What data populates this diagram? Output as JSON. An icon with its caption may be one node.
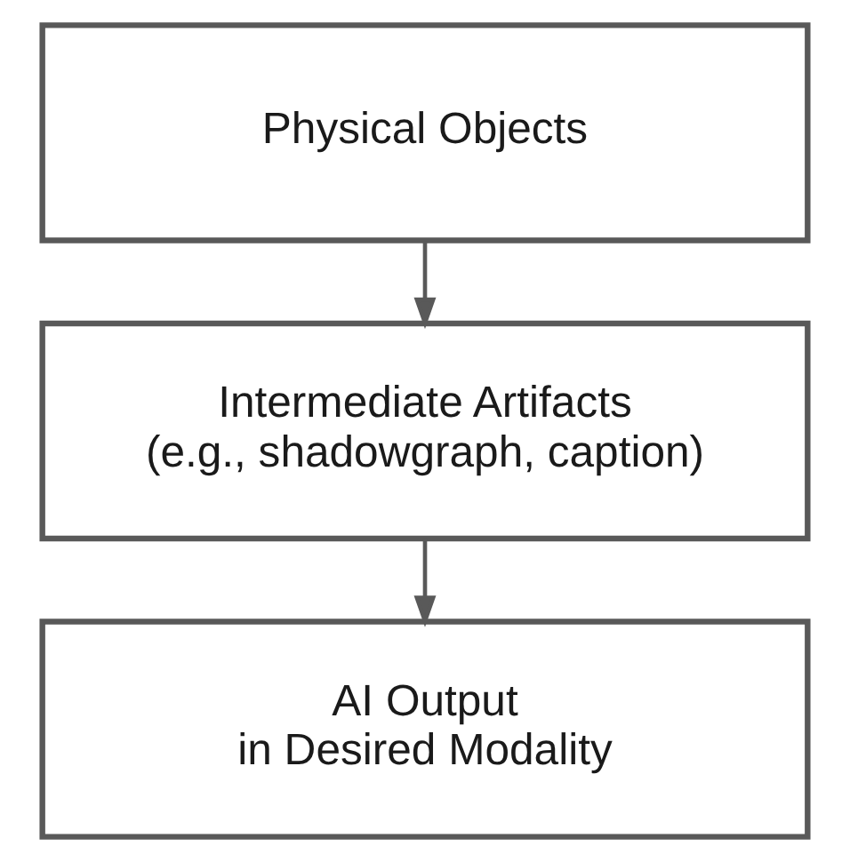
{
  "diagram": {
    "nodes": [
      {
        "text": [
          "Physical Objects"
        ]
      },
      {
        "text": [
          "Intermediate Artifacts (e.g., shadowgraph, caption)"
        ]
      },
      {
        "text": [
          "AI Output in Desired Modality"
        ]
      }
    ],
    "edges": [
      {
        "from": 0,
        "to": 1,
        "arrow": "to"
      },
      {
        "from": 1,
        "to": 2,
        "arrow": "to"
      }
    ]
  }
}
